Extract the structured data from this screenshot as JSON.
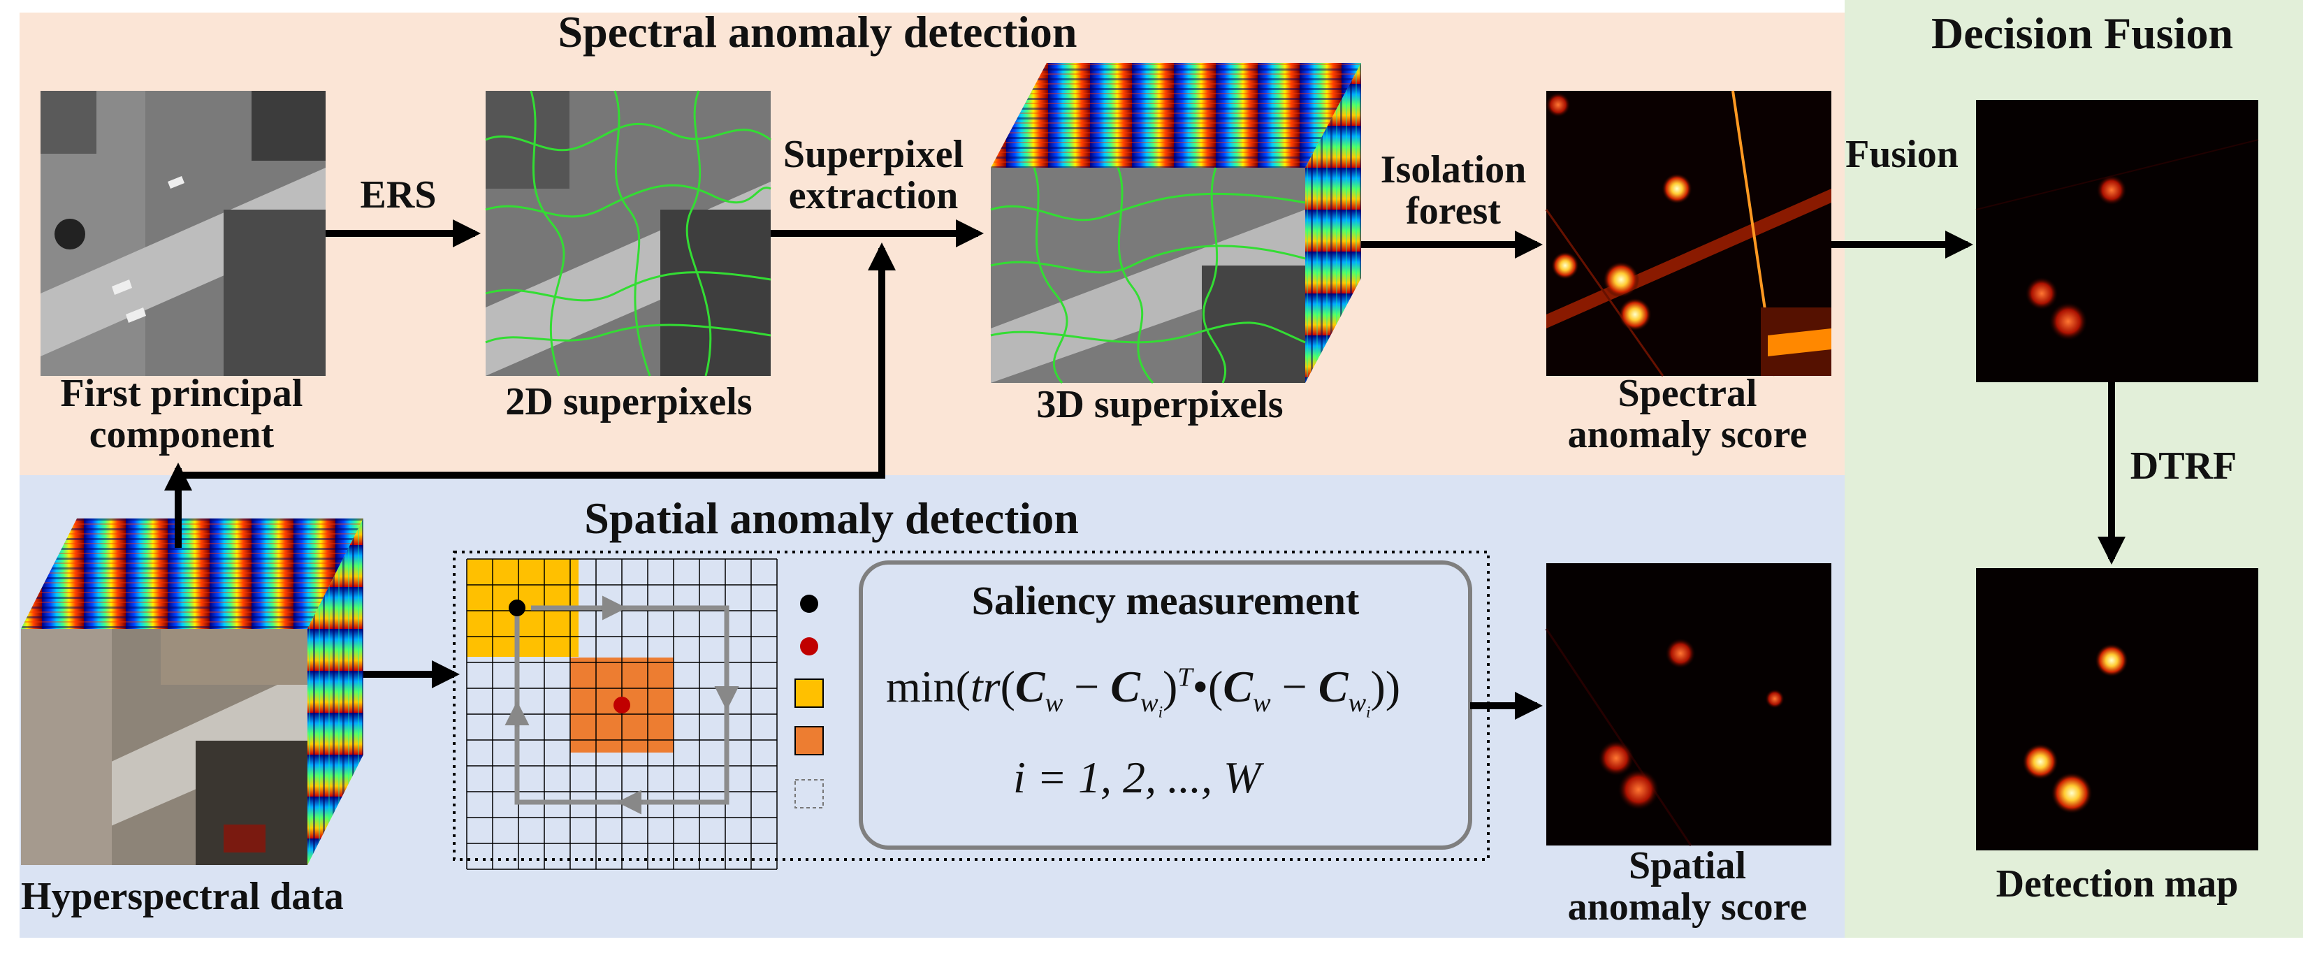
{
  "sections": {
    "spectral_title": "Spectral anomaly detection",
    "spatial_title": "Spatial anomaly detection",
    "fusion_title": "Decision Fusion"
  },
  "labels": {
    "first_pc_line1": "First principal",
    "first_pc_line2": "component",
    "sp2d": "2D superpixels",
    "sp3d": "3D superpixels",
    "spectral_score_line1": "Spectral",
    "spectral_score_line2": "anomaly score",
    "hyperspectral": "Hyperspectral data",
    "spatial_score_line1": "Spatial",
    "spatial_score_line2": "anomaly score",
    "detection_map": "Detection map"
  },
  "arrows": {
    "ers": "ERS",
    "sp_extraction_line1": "Superpixel",
    "sp_extraction_line2": "extraction",
    "isolation_line1": "Isolation",
    "isolation_line2": "forest",
    "fusion": "Fusion",
    "dtrf": "DTRF"
  },
  "saliency": {
    "title": "Saliency measurement",
    "formula_min": "min(",
    "formula_tr": "tr",
    "formula_i": "i = 1, 2, ..., W"
  },
  "colors": {
    "spectral_bg": "#fbe5d6",
    "spatial_bg": "#dae3f3",
    "fusion_bg": "#e2efd9",
    "orange": "#ed7d31",
    "yellow": "#ffc000",
    "red_dot": "#c00000",
    "superpixel_edge": "#33dd33"
  },
  "icons": [
    "arrow-right-icon",
    "arrow-up-icon",
    "arrow-down-icon",
    "black-dot-icon",
    "red-dot-icon",
    "yellow-square-icon",
    "orange-square-icon",
    "dashed-square-icon"
  ]
}
